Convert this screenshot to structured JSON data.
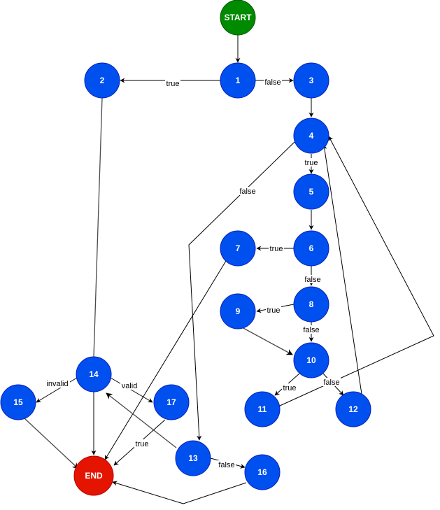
{
  "diagram": {
    "nodes": {
      "start": {
        "label": "START",
        "fill": "#008a00"
      },
      "end": {
        "label": "END",
        "fill": "#e51400"
      },
      "n1": {
        "label": "1"
      },
      "n2": {
        "label": "2"
      },
      "n3": {
        "label": "3"
      },
      "n4": {
        "label": "4"
      },
      "n5": {
        "label": "5"
      },
      "n6": {
        "label": "6"
      },
      "n7": {
        "label": "7"
      },
      "n8": {
        "label": "8"
      },
      "n9": {
        "label": "9"
      },
      "n10": {
        "label": "10"
      },
      "n11": {
        "label": "11"
      },
      "n12": {
        "label": "12"
      },
      "n13": {
        "label": "13"
      },
      "n14": {
        "label": "14"
      },
      "n15": {
        "label": "15"
      },
      "n16": {
        "label": "16"
      },
      "n17": {
        "label": "17"
      }
    },
    "node_color": "#0050ef",
    "edge_labels": {
      "e1_2": "true",
      "e1_3": "false",
      "e4_5": "true",
      "e4_13": "false",
      "e6_7": "true",
      "e6_8": "false",
      "e8_9": "true",
      "e8_10": "false",
      "e10_11": "true",
      "e10_12": "false",
      "e13_16": "false",
      "e14_15": "invalid",
      "e14_17": "valid",
      "e17_end": "true"
    }
  }
}
